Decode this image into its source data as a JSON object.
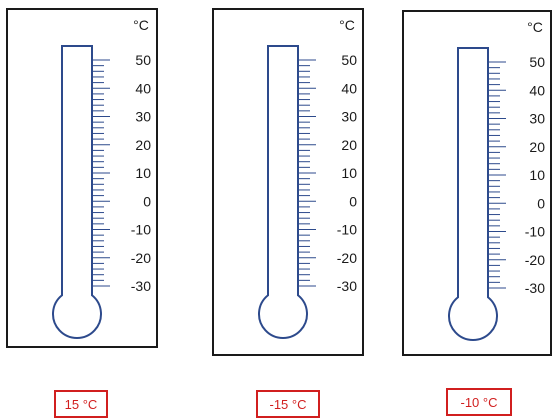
{
  "unit": "°C",
  "scale_labels": [
    "50",
    "40",
    "30",
    "20",
    "10",
    "0",
    "-10",
    "-20",
    "-30"
  ],
  "scale": {
    "min": -30,
    "max": 50,
    "major_step": 10,
    "minor_step": 2
  },
  "colors": {
    "tube": "#2d4a8c",
    "ticks": "#2d4a8c",
    "frame": "#1a1a1a",
    "answer": "#d11f1f"
  },
  "thermometers": [
    {
      "answer": "15 °C"
    },
    {
      "answer": "-15 °C"
    },
    {
      "answer": "-10 °C"
    }
  ]
}
